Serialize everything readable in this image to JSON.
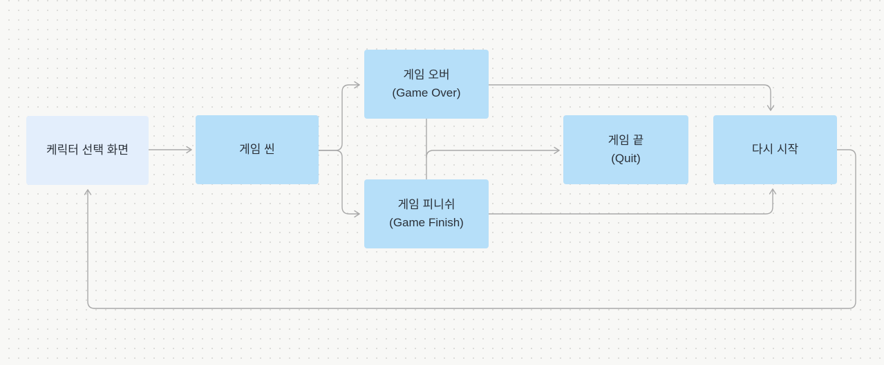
{
  "canvas": {
    "background_color": "#f8f8f6",
    "dot_color": "#dadad7",
    "connector_color": "#a8a8a8",
    "node_text_color": "#2a3038",
    "node_fill_blue": "#b6dff9",
    "node_fill_light": "#e3eefc"
  },
  "diagram": {
    "nodes": [
      {
        "id": "character-select",
        "label": "케릭터 선택 화면",
        "sublabel": "",
        "fill": "#e3eefc"
      },
      {
        "id": "game-scene",
        "label": "게임 씬",
        "sublabel": "",
        "fill": "#b6dff9"
      },
      {
        "id": "game-over",
        "label": "게임 오버",
        "sublabel": "(Game Over)",
        "fill": "#b6dff9"
      },
      {
        "id": "game-finish",
        "label": "게임 피니쉬",
        "sublabel": "(Game Finish)",
        "fill": "#b6dff9"
      },
      {
        "id": "game-quit",
        "label": "게임 끝",
        "sublabel": "(Quit)",
        "fill": "#b6dff9"
      },
      {
        "id": "restart",
        "label": "다시 시작",
        "sublabel": "",
        "fill": "#b6dff9"
      }
    ],
    "edges": [
      {
        "from": "character-select",
        "to": "game-scene"
      },
      {
        "from": "game-scene",
        "to": "game-over"
      },
      {
        "from": "game-scene",
        "to": "game-finish"
      },
      {
        "from": "game-over",
        "to": "game-finish"
      },
      {
        "from": "game-over",
        "to": "game-quit"
      },
      {
        "from": "game-over",
        "to": "restart"
      },
      {
        "from": "game-finish",
        "to": "restart"
      },
      {
        "from": "restart",
        "to": "character-select"
      }
    ]
  }
}
